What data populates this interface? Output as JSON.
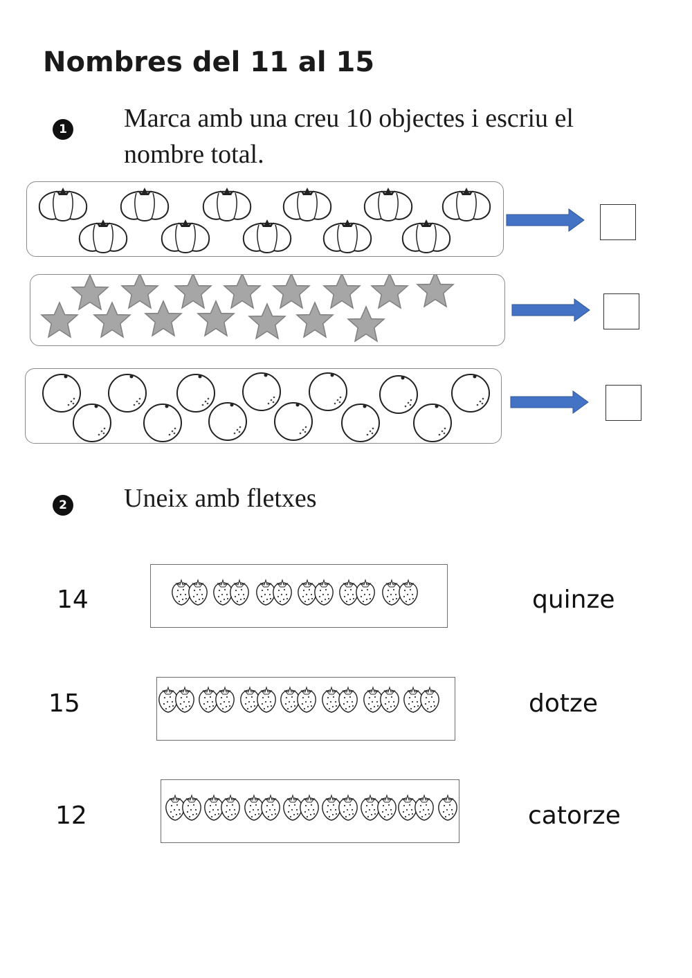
{
  "title": "Nombres del 11 al 15",
  "exercise1": {
    "number": "1",
    "instruction_line1": "Marca amb una creu 10 objectes i escriu el",
    "instruction_line2": "nombre total.",
    "rows": [
      {
        "object": "tomato-icon",
        "count": 11
      },
      {
        "object": "star-icon",
        "count": 15
      },
      {
        "object": "orange-icon",
        "count": 13
      }
    ],
    "arrow_color": "#4472c4"
  },
  "exercise2": {
    "number": "2",
    "instruction": "Uneix amb fletxes",
    "numbers": [
      "14",
      "15",
      "12"
    ],
    "words": [
      "quinze",
      "dotze",
      "catorze"
    ],
    "strawberry_counts": [
      12,
      14,
      15
    ]
  }
}
